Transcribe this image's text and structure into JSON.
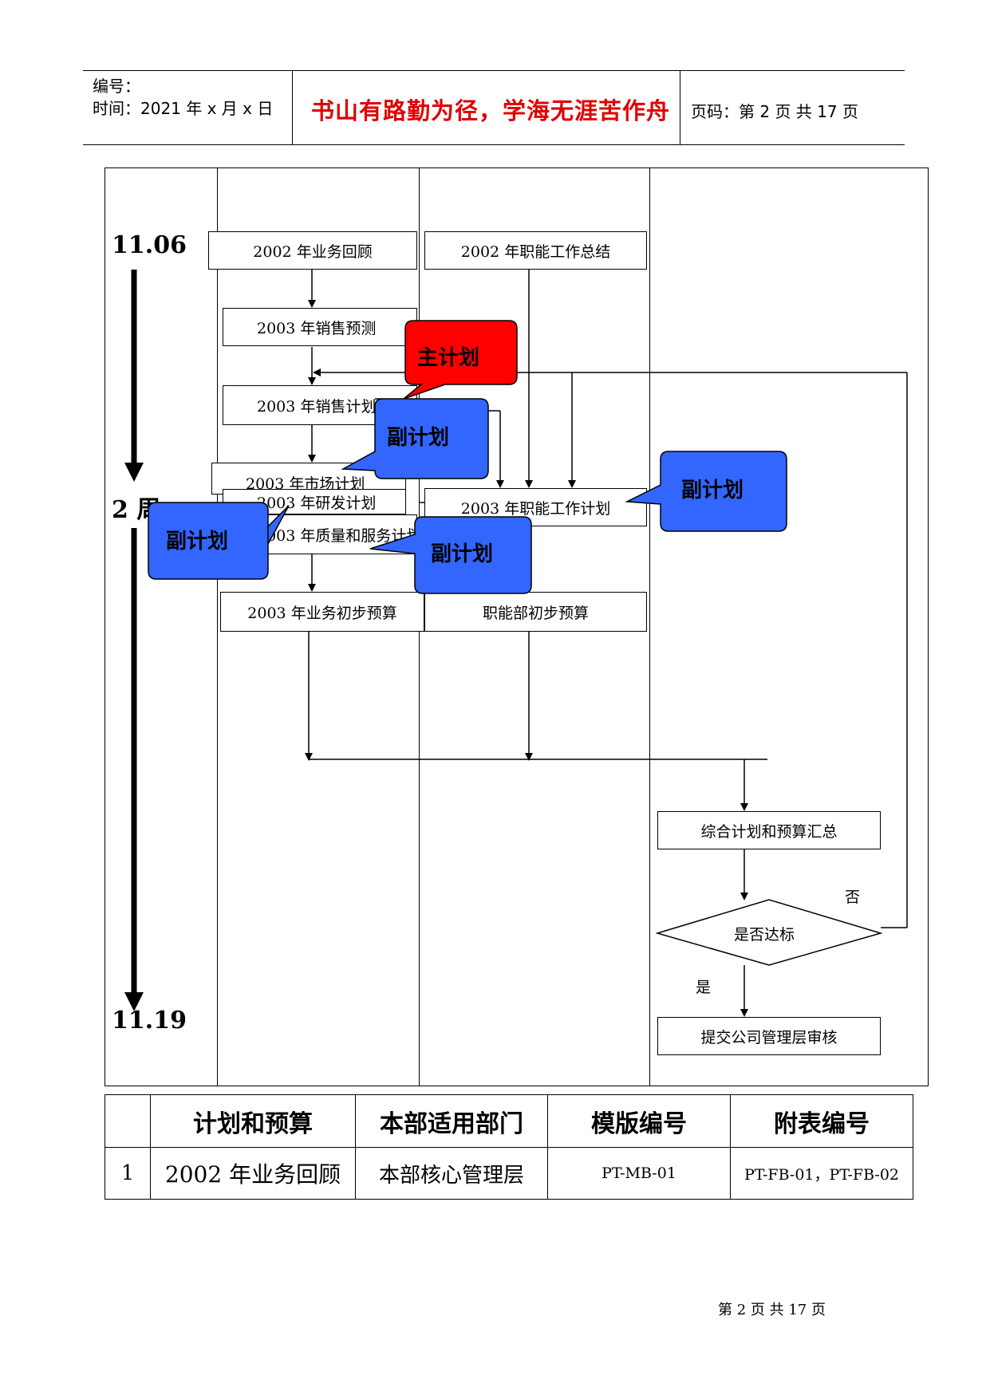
{
  "header": {
    "number_label": "编号：",
    "time_label": "时间：2021 年 x 月 x 日",
    "motto": "书山有路勤为径，学海无涯苦作舟",
    "page_label": "页码：第 2 页  共 17 页"
  },
  "timeline": {
    "start": "11.06",
    "middle": "2 周",
    "end": "11.19"
  },
  "flow": {
    "review_2002": "2002 年业务回顾",
    "summary_2002": "2002 年职能工作总结",
    "sales_forecast": "2003 年销售预测",
    "sales_plan": "2003 年销售计划",
    "market_plan": "2003 年市场计划",
    "rd_plan": "2003 年研发计划",
    "quality_plan": "2003 年质量和服务计划",
    "function_plan": "2003 年职能工作计划",
    "business_budget": "2003 年业务初步预算",
    "function_budget": "职能部初步预算",
    "consolidate": "综合计划和预算汇总",
    "decision": "是否达标",
    "no_label": "否",
    "yes_label": "是",
    "submit": "提交公司管理层审核"
  },
  "callouts": {
    "main": "主计划",
    "sub1": "副计划",
    "sub2": "副计划",
    "sub3": "副计划",
    "sub4": "副计划"
  },
  "colors": {
    "main_callout": "#ff0000",
    "sub_callout": "#3366ff",
    "motto": "#e00000"
  },
  "table": {
    "headers": [
      "",
      "计划和预算",
      "本部适用部门",
      "模版编号",
      "附表编号"
    ],
    "rows": [
      [
        "1",
        "2002 年业务回顾",
        "本部核心管理层",
        "PT-MB-01",
        "PT-FB-01，PT-FB-02"
      ]
    ]
  },
  "footer": {
    "page": "第 2 页 共 17 页"
  }
}
